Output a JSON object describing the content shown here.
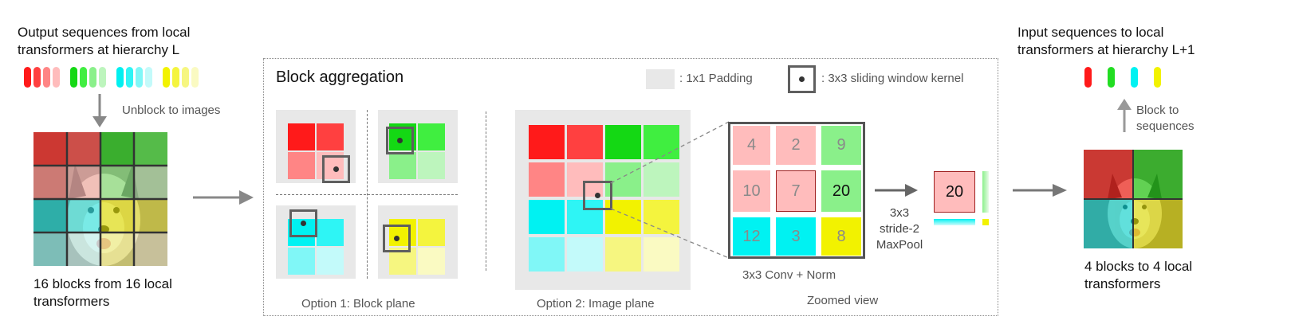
{
  "left": {
    "title_line1": "Output sequences from local",
    "title_line2": "transformers at hierarchy L",
    "unblock_label": "Unblock to images",
    "caption_line1": "16 blocks from 16 local",
    "caption_line2": "transformers"
  },
  "aggregation": {
    "title": "Block aggregation",
    "legend_padding": ": 1x1 Padding",
    "legend_kernel": ": 3x3 sliding window kernel",
    "option1_caption": "Option 1: Block plane",
    "option2_caption": "Option 2: Image plane",
    "conv_caption": "3x3 Conv + Norm",
    "zoom_caption": "Zoomed view",
    "pool_line1": "3x3",
    "pool_line2": "stride-2",
    "pool_line3": "MaxPool",
    "zoom_values": [
      "4",
      "2",
      "9",
      "10",
      "7",
      "20",
      "12",
      "3",
      "8"
    ],
    "pooled_value": "20"
  },
  "right": {
    "title_line1": "Input sequences to local",
    "title_line2": "transformers at hierarchy L+1",
    "block_label_line1": "Block to",
    "block_label_line2": "sequences",
    "caption_line1": "4 blocks to 4 local",
    "caption_line2": "transformers"
  },
  "colors": {
    "red": "#ff1a1a",
    "green": "#22dd22",
    "cyan": "#00f2f2",
    "yellow": "#f2f200",
    "padding_gray": "#e8e8e8"
  }
}
